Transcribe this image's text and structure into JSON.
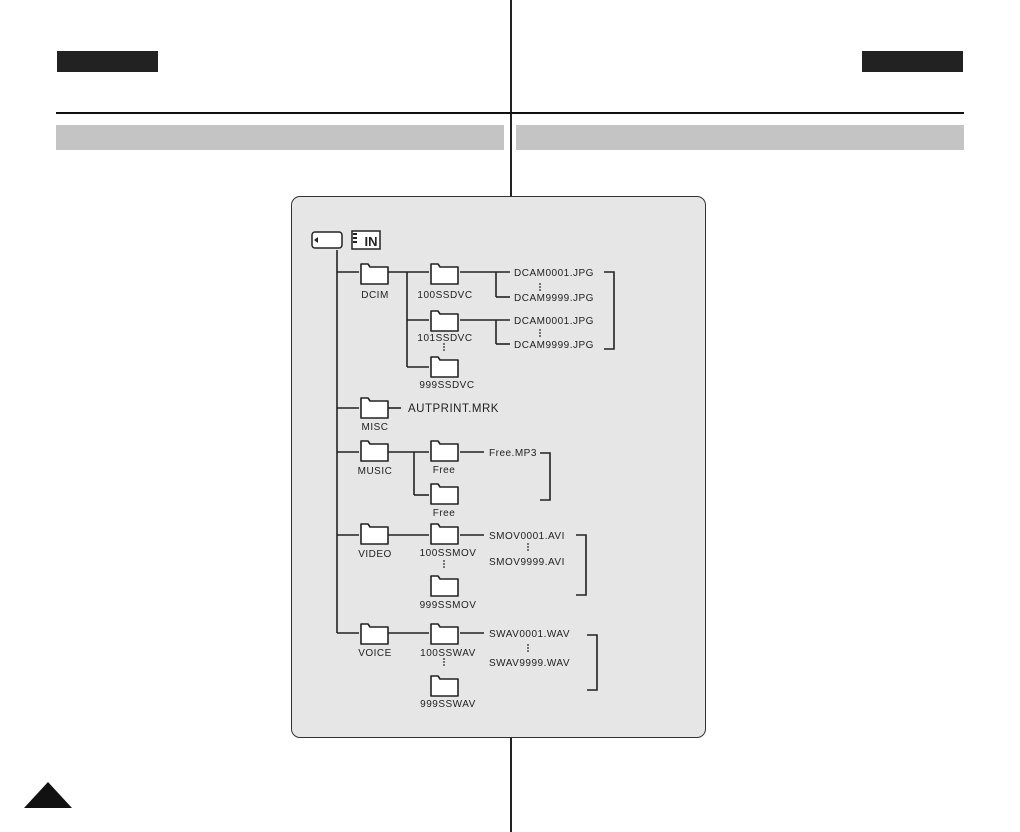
{
  "icons": {
    "panel_icon_1": "memory-card-icon",
    "panel_icon_2": "internal-memory-icon"
  },
  "internal_memory_label": "IN",
  "folders": {
    "dcim": "DCIM",
    "misc": "MISC",
    "music": "MUSIC",
    "video": "VIDEO",
    "voice": "VOICE"
  },
  "subfolders": {
    "dcim_1": "100SSDVC",
    "dcim_2": "101SSDVC",
    "dcim_3": "999SSDVC",
    "music_1": "Free",
    "music_2": "Free",
    "video_1": "100SSMOV",
    "video_2": "999SSMOV",
    "voice_1": "100SSWAV",
    "voice_2": "999SSWAV"
  },
  "files": {
    "dcim_1_first": "DCAM0001.JPG",
    "dcim_1_last": "DCAM9999.JPG",
    "dcim_2_first": "DCAM0001.JPG",
    "dcim_2_last": "DCAM9999.JPG",
    "misc_file": "AUTPRINT.MRK",
    "music_file": "Free.MP3",
    "video_first": "SMOV0001.AVI",
    "video_last": "SMOV9999.AVI",
    "voice_first": "SWAV0001.WAV",
    "voice_last": "SWAV9999.WAV"
  }
}
